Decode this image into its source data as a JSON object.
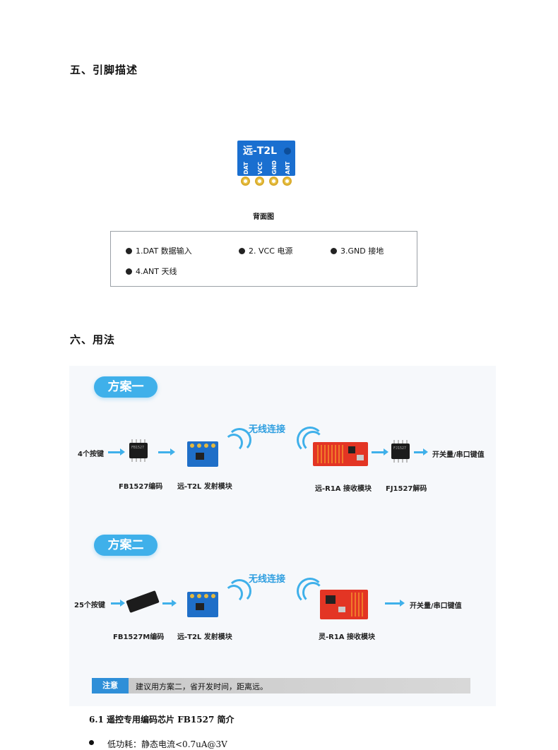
{
  "section5": {
    "title": "五、引脚描述"
  },
  "module": {
    "label": "远-T2L",
    "pins": [
      "DAT",
      "VCC",
      "GND",
      "ANT"
    ],
    "caption": "背面图"
  },
  "pin_list": [
    "1.DAT 数据输入",
    "2. VCC 电源",
    "3.GND 接地",
    "4.ANT 天线"
  ],
  "section6": {
    "title": "六、用法"
  },
  "plan1": {
    "title": "方案一",
    "input": "4个按键",
    "encoder_chip_text": "FB1527",
    "encoder": "FB1527编码",
    "transmitter": "远-T2L 发射模块",
    "wireless": "无线连接",
    "receiver": "远-R1A 接收模块",
    "decoder_chip_text": "FJ1527",
    "decoder": "FJ1527解码",
    "output": "开关量/串口键值"
  },
  "plan2": {
    "title": "方案二",
    "input": "25个按键",
    "encoder": "FB1527M编码",
    "transmitter": "远-T2L 发射模块",
    "wireless": "无线连接",
    "receiver": "灵-R1A 接收模块",
    "output": "开关量/串口键值"
  },
  "note": {
    "tag": "注意",
    "text": "建议用方案二，省开发时间，距离远。"
  },
  "section61": {
    "title": "6.1 遥控专用编码芯片 FB1527 简介"
  },
  "bullets": [
    "低功耗：静态电流<0.7uA@3V"
  ],
  "colors": {
    "accent": "#3fb0ea",
    "module_blue": "#1a6fd0",
    "receiver_red": "#e33524"
  }
}
